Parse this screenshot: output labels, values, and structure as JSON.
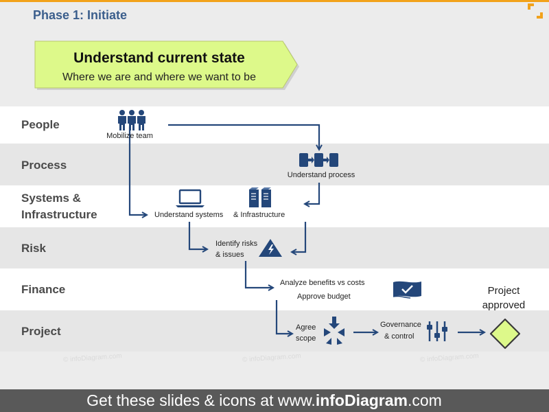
{
  "header": {
    "phase_title": "Phase 1: Initiate"
  },
  "banner": {
    "title": "Understand current state",
    "subtitle": "Where we are and where we want to be",
    "fill_color": "#ddf98a"
  },
  "lanes": [
    {
      "label_lines": [
        "People"
      ]
    },
    {
      "label_lines": [
        "Process"
      ]
    },
    {
      "label_lines": [
        "Systems &",
        "Infrastructure"
      ]
    },
    {
      "label_lines": [
        "Risk"
      ]
    },
    {
      "label_lines": [
        "Finance"
      ]
    },
    {
      "label_lines": [
        "Project"
      ]
    }
  ],
  "nodes": {
    "mobilize_team": {
      "label": "Mobilize team",
      "icon": "team-icon"
    },
    "understand_process": {
      "label": "Understand process",
      "icon": "process-flow-icon"
    },
    "understand_systems": {
      "label_left": "Understand systems",
      "label_right": "& Infrastructure",
      "icons": [
        "laptop-icon",
        "server-icon"
      ]
    },
    "identify_risks": {
      "label_lines": [
        "Identify risks",
        "& issues"
      ],
      "icon": "warning-triangle-icon"
    },
    "analyze_benefits": {
      "label_lines": [
        "Analyze benefits vs costs",
        "Approve budget"
      ],
      "icon": "approval-flag-icon"
    },
    "agree_scope": {
      "label_lines": [
        "Agree",
        "scope"
      ],
      "icon": "converge-arrows-icon"
    },
    "governance": {
      "label_lines": [
        "Governance",
        "& control"
      ],
      "icon": "sliders-icon"
    },
    "project_approved": {
      "label_lines": [
        "Project",
        "approved"
      ],
      "icon": "milestone-diamond-icon"
    }
  },
  "footer": {
    "prefix": "Get these slides & icons at www.",
    "brand": "infoDiagram",
    "suffix": ".com"
  },
  "watermark": "© infoDiagram.com",
  "colors": {
    "accent_orange": "#f2a21b",
    "title_blue": "#3b5e8c",
    "flow_navy": "#24477a",
    "milestone_fill": "#ddf98a"
  }
}
